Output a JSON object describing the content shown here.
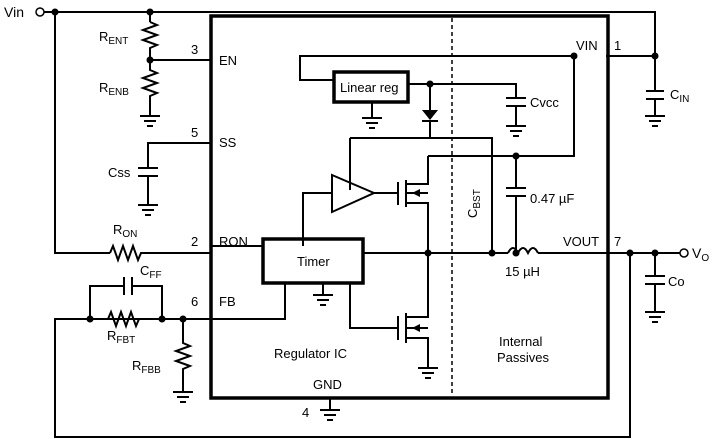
{
  "nodes": {
    "vin": "Vin",
    "vo": "V",
    "vo_sub": "O"
  },
  "pins": {
    "p1": "1",
    "p2": "2",
    "p3": "3",
    "p4": "4",
    "p5": "5",
    "p6": "6",
    "p7": "7",
    "vin": "VIN",
    "en": "EN",
    "ss": "SS",
    "ron": "RON",
    "fb": "FB",
    "vout": "VOUT",
    "gnd": "GND"
  },
  "components": {
    "r_ent": "R",
    "r_ent_sub": "ENT",
    "r_enb": "R",
    "r_enb_sub": "ENB",
    "css": "Css",
    "r_on": "R",
    "r_on_sub": "ON",
    "c_ff": "C",
    "c_ff_sub": "FF",
    "r_fbt": "R",
    "r_fbt_sub": "FBT",
    "r_fbb": "R",
    "r_fbb_sub": "FBB",
    "c_in": "C",
    "c_in_sub": "IN",
    "cvcc": "Cvcc",
    "c_bst": "C",
    "c_bst_sub": "BST",
    "c_bst_val": "0.47 µF",
    "inductor_val": "15 µH",
    "co": "Co"
  },
  "blocks": {
    "linear_reg": "Linear reg",
    "timer": "Timer",
    "regulator_ic": "Regulator IC",
    "internal_passives_1": "Internal",
    "internal_passives_2": "Passives"
  }
}
